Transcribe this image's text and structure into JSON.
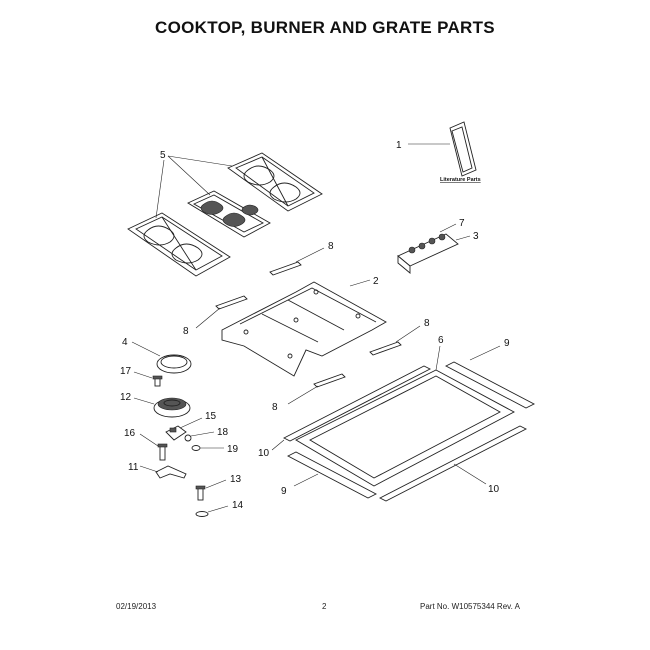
{
  "title": "COOKTOP, BURNER AND GRATE PARTS",
  "literature_label": "Literature Parts",
  "callouts": {
    "c1": "1",
    "c2": "2",
    "c3": "3",
    "c4": "4",
    "c5": "5",
    "c6": "6",
    "c7": "7",
    "c8a": "8",
    "c8b": "8",
    "c8c": "8",
    "c8d": "8",
    "c9a": "9",
    "c9b": "9",
    "c10a": "10",
    "c10b": "10",
    "c11": "11",
    "c12": "12",
    "c13": "13",
    "c14": "14",
    "c15": "15",
    "c16": "16",
    "c17": "17",
    "c18": "18",
    "c19": "19"
  },
  "footer": {
    "date": "02/19/2013",
    "page": "2",
    "part_no": "Part No. W10575344  Rev. A"
  }
}
